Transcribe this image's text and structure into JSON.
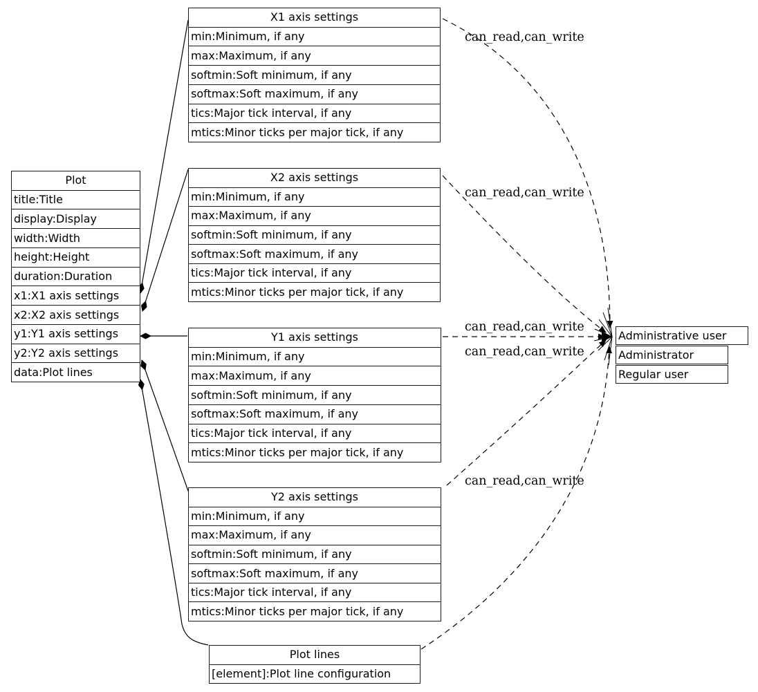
{
  "diagram": {
    "nodes": {
      "plot": {
        "title": "Plot",
        "rows": [
          "title:Title",
          "display:Display",
          "width:Width",
          "height:Height",
          "duration:Duration",
          "x1:X1 axis settings",
          "x2:X2 axis settings",
          "y1:Y1 axis settings",
          "y2:Y2 axis settings",
          "data:Plot lines"
        ]
      },
      "x1_axis": {
        "title": "X1 axis settings",
        "rows": [
          "min:Minimum, if any",
          "max:Maximum, if any",
          "softmin:Soft minimum, if any",
          "softmax:Soft maximum, if any",
          "tics:Major tick interval, if any",
          "mtics:Minor ticks per major tick, if any"
        ]
      },
      "x2_axis": {
        "title": "X2 axis settings",
        "rows": [
          "min:Minimum, if any",
          "max:Maximum, if any",
          "softmin:Soft minimum, if any",
          "softmax:Soft maximum, if any",
          "tics:Major tick interval, if any",
          "mtics:Minor ticks per major tick, if any"
        ]
      },
      "y1_axis": {
        "title": "Y1 axis settings",
        "rows": [
          "min:Minimum, if any",
          "max:Maximum, if any",
          "softmin:Soft minimum, if any",
          "softmax:Soft maximum, if any",
          "tics:Major tick interval, if any",
          "mtics:Minor ticks per major tick, if any"
        ]
      },
      "y2_axis": {
        "title": "Y2 axis settings",
        "rows": [
          "min:Minimum, if any",
          "max:Maximum, if any",
          "softmin:Soft minimum, if any",
          "softmax:Soft maximum, if any",
          "tics:Major tick interval, if any",
          "mtics:Minor ticks per major tick, if any"
        ]
      },
      "plot_lines": {
        "title": "Plot lines",
        "rows": [
          "[element]:Plot line configuration"
        ]
      },
      "users": [
        {
          "label": "Administrative user"
        },
        {
          "label": "Administrator"
        },
        {
          "label": "Regular user"
        }
      ]
    },
    "edge_labels": [
      "can_read,can_write",
      "can_read,can_write",
      "can_read,can_write",
      "can_read,can_write",
      "can_read,can_write"
    ],
    "colors": {
      "line": "#000000",
      "background": "#ffffff",
      "text": "#000000"
    }
  }
}
